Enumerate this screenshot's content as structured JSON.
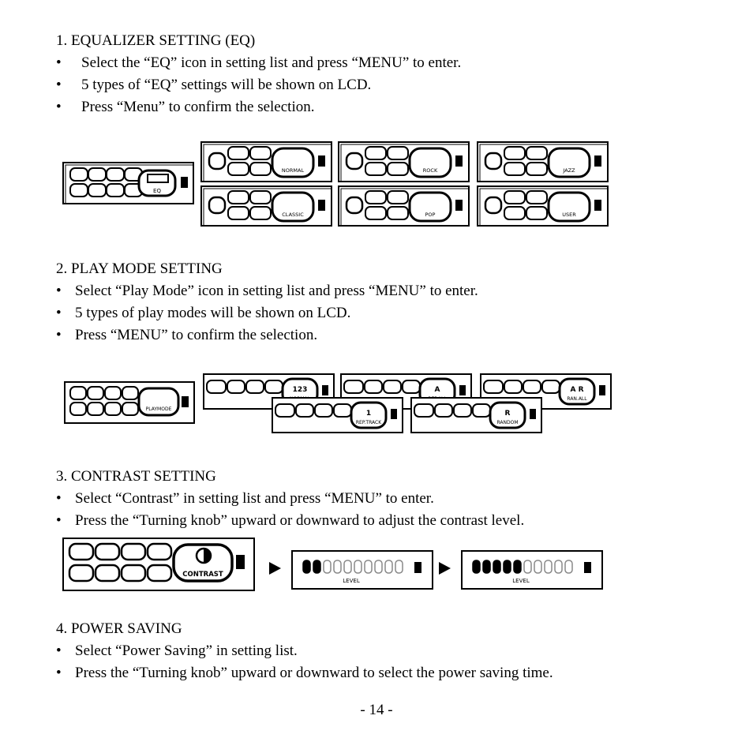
{
  "sections": [
    {
      "heading": "1. EQUALIZER SETTING (EQ)",
      "bullets": [
        "Select the “EQ” icon in setting list and press “MENU” to enter.",
        "5 types of “EQ” settings will be shown on LCD.",
        "Press “Menu” to confirm the selection."
      ]
    },
    {
      "heading": "2. PLAY MODE SETTING",
      "bullets": [
        "Select “Play Mode” icon in setting list and press “MENU” to enter.",
        "5 types of play modes will be shown on LCD.",
        "Press “MENU” to confirm the selection."
      ]
    },
    {
      "heading": "3. CONTRAST SETTING",
      "bullets": [
        "Select “Contrast” in setting list and press “MENU” to enter.",
        "Press the “Turning knob” upward or downward to adjust the contrast level."
      ]
    },
    {
      "heading": "4. POWER SAVING",
      "bullets": [
        "Select “Power Saving” in setting list.",
        "Press the “Turning knob” upward or downward to select the power saving time."
      ]
    }
  ],
  "bullet_char": "•",
  "eq_figure": {
    "setting_label": "EQ",
    "modes": [
      "NORMAL",
      "ROCK",
      "JAZZ",
      "CLASSIC",
      "POP",
      "USER"
    ]
  },
  "playmode_figure": {
    "setting_label": "PLAYMODE",
    "icon_123": "123",
    "modes": [
      "NORMAL",
      "REP.ALL",
      "RAN.ALL",
      "REP.TRACK",
      "RANDOM"
    ],
    "mode_glyphs": [
      "123",
      "A",
      "A R",
      "1",
      "R"
    ]
  },
  "contrast_figure": {
    "setting_label": "CONTRAST",
    "level_label": "LEVEL",
    "levels": [
      {
        "filled": 2,
        "total": 10
      },
      {
        "filled": 5,
        "total": 10
      }
    ]
  },
  "page_number": "- 14 -"
}
